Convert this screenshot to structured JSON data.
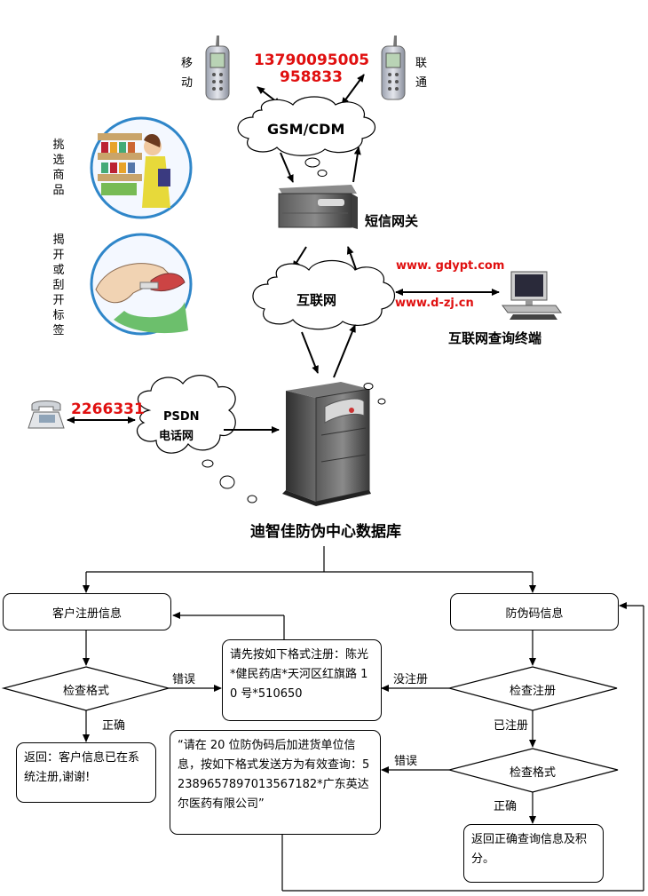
{
  "network": {
    "mobile_label": "移动",
    "unicom_label": "联通",
    "sms_number_1": "13790095005",
    "sms_number_2": "958833",
    "gsm_cloud": "GSM/CDM",
    "sms_gateway": "短信网关",
    "internet_cloud": "互联网",
    "url_1": "www. gdypt.com",
    "url_2": "www.d-zj.cn",
    "internet_terminal": "互联网查询终端",
    "phone_number": "2266331",
    "psdn_line1": "PSDN",
    "psdn_line2": "电话网",
    "database_title": "迪智佳防伪中心数据库",
    "step_pick": "挑选商品",
    "step_peel": "揭开或刮开标签"
  },
  "flow": {
    "customer_register": "客户注册信息",
    "anti_fake_code": "防伪码信息",
    "check_format_left": "检查格式",
    "error_left": "错误",
    "correct_left": "正确",
    "register_prompt": "请先按如下格式注册：陈光*健民药店*天河区红旗路 10 号*510650",
    "unregistered": "没注册",
    "check_register": "检查注册",
    "registered": "已注册",
    "return_registered": "返回：客户信息已在系统注册,谢谢!",
    "code_prompt": "“请在 20 位防伪码后加进货单位信息，按如下格式发送方为有效查询：52389657897013567182*广东英达尔医药有限公司”",
    "error_right": "错误",
    "check_format_right": "检查格式",
    "correct_right": "正确",
    "return_result": "返回正确查询信息及积分。"
  },
  "colors": {
    "highlight_red": "#e01010",
    "cloud_fill": "#ffffff",
    "server_dark": "#4a4a4a"
  }
}
